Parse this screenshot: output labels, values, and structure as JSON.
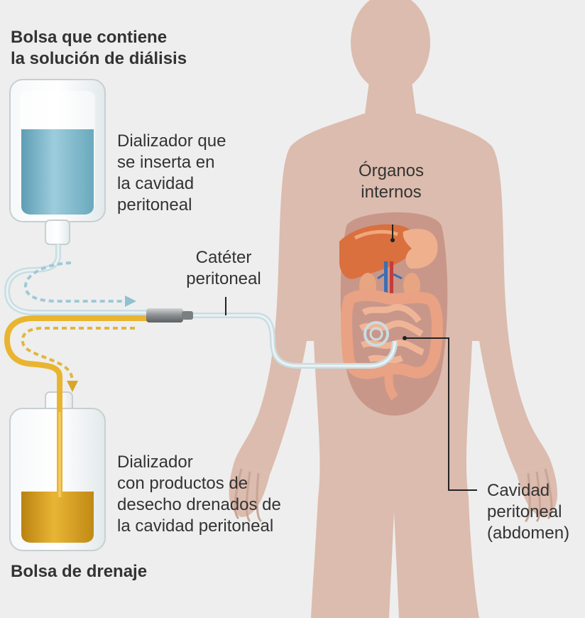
{
  "labels": {
    "supply_bag": [
      "Bolsa que contiene",
      "la solución de diálisis"
    ],
    "supply_fluid": [
      "Dializador que",
      "se inserta en",
      "la cavidad",
      "peritoneal"
    ],
    "organs": [
      "Órganos",
      "internos"
    ],
    "catheter": [
      "Catéter",
      "peritoneal"
    ],
    "waste_fluid": [
      "Dializador",
      "con productos de",
      "desecho drenados de",
      "la cavidad peritoneal"
    ],
    "cavity": [
      "Cavidad",
      "peritoneal",
      "(abdomen)"
    ],
    "drain_bag": [
      "Bolsa de drenaje"
    ]
  },
  "colors": {
    "background": "#eeeeee",
    "body": "#dcbcae",
    "cavity": "#c8978a",
    "clean_fluid": "#7fb9cc",
    "waste_fluid": "#d9a627",
    "tube_clean": "#c9dde2",
    "tube_waste": "#e9b530",
    "text": "#333333"
  }
}
